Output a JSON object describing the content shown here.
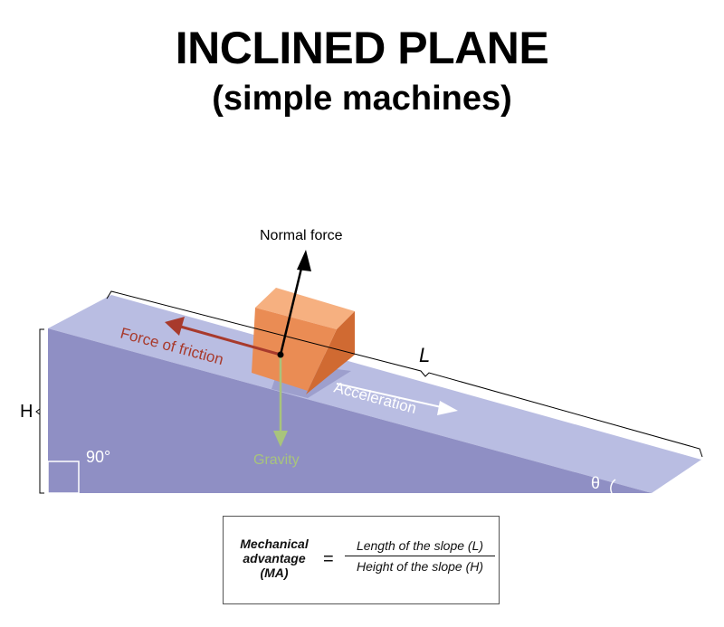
{
  "title": "INCLINED PLANE",
  "subtitle": "(simple machines)",
  "labels": {
    "normal_force": "Normal force",
    "friction": "Force of friction",
    "acceleration": "Acceleration",
    "gravity": "Gravity",
    "length": "L",
    "height": "H",
    "right_angle": "90°",
    "theta": "θ"
  },
  "formula": {
    "lhs_line1": "Mechanical",
    "lhs_line2": "advantage",
    "lhs_line3": "(MA)",
    "equals": "=",
    "numerator": "Length of the slope (L)",
    "denominator": "Height of the slope (H)"
  },
  "colors": {
    "plane_side": "#8f8fc4",
    "plane_top": "#b9bde2",
    "block_front": "#ea8c54",
    "block_top": "#f6b080",
    "block_side": "#d06a32",
    "friction_arrow": "#a83a2c",
    "gravity_arrow": "#a8c47c",
    "acceleration_arrow": "#ffffff"
  }
}
